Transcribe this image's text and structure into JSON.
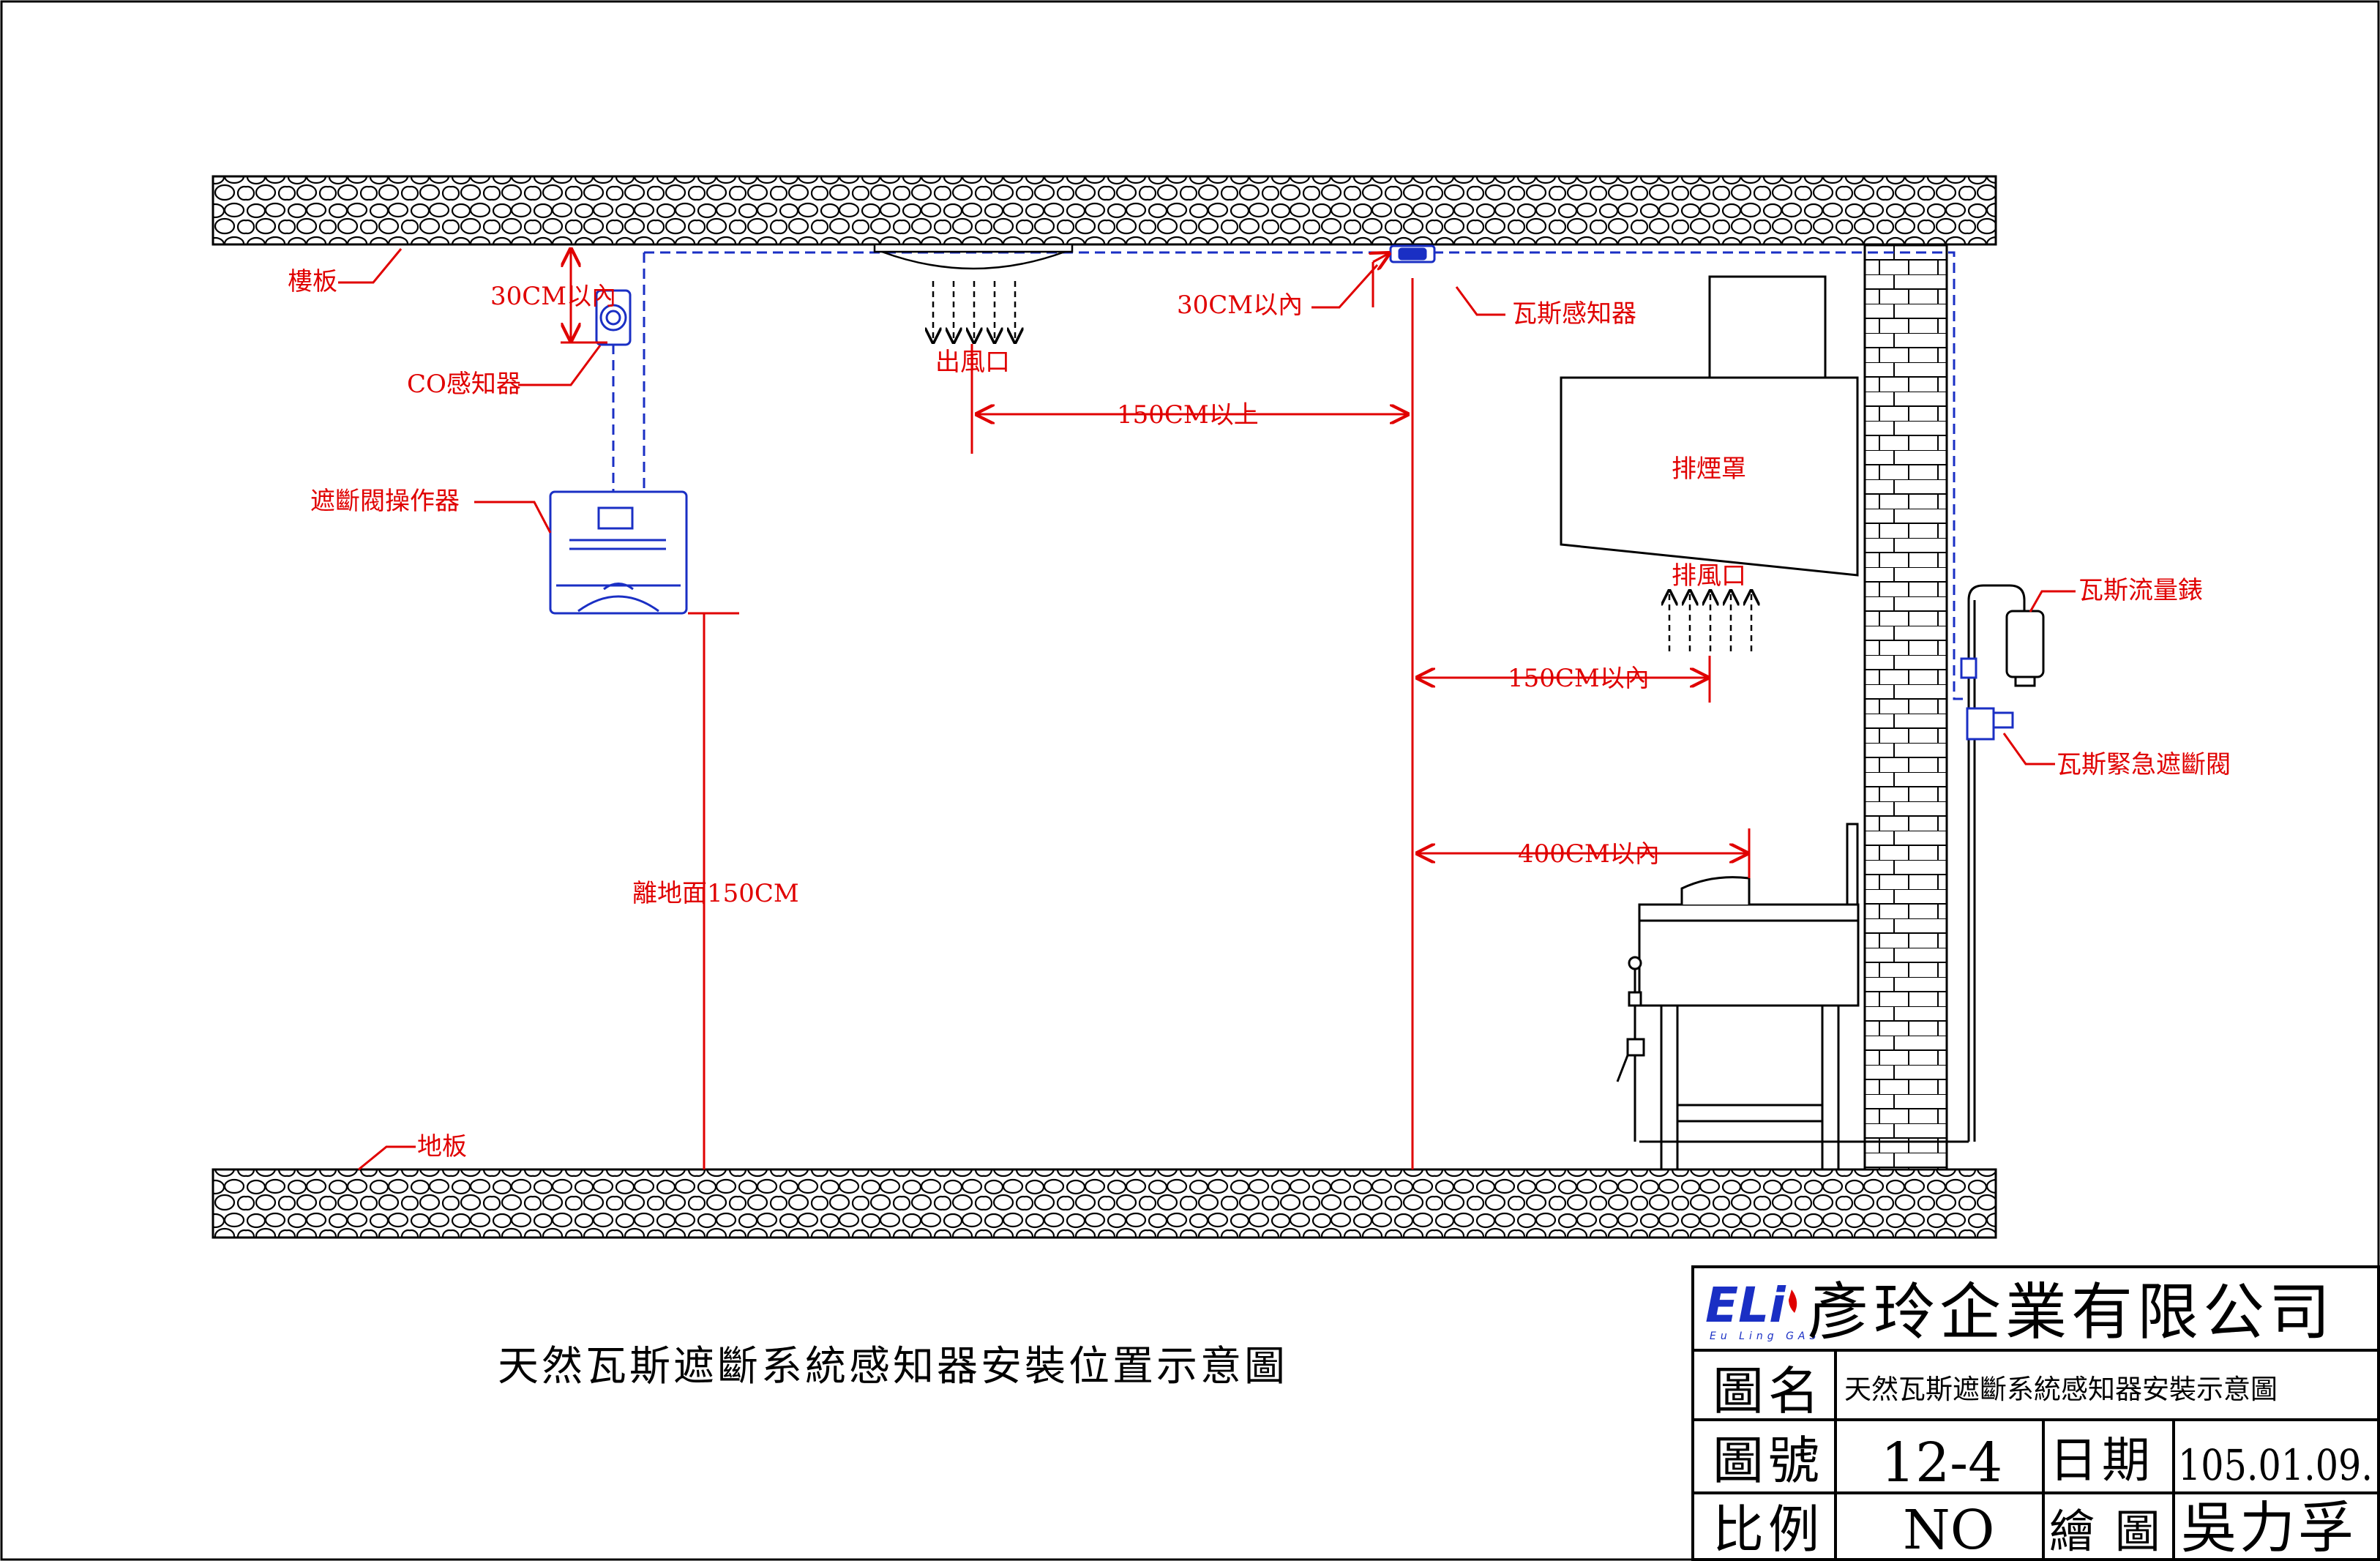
{
  "labels": {
    "floor_slab": "樓板",
    "ceiling_distance": "30CM以內",
    "co_sensor": "CO感知器",
    "air_outlet": "出風口",
    "gas_sensor_distance": "30CM以內",
    "gas_sensor": "瓦斯感知器",
    "min_distance": "150CM以上",
    "controller": "遮斷閥操作器",
    "hood": "排煙罩",
    "exhaust": "排風口",
    "distance_exhaust": "150CM以內",
    "gas_meter": "瓦斯流量錶",
    "emergency_valve": "瓦斯緊急遮斷閥",
    "distance_stove": "400CM以內",
    "height": "離地面150CM",
    "floor": "地板"
  },
  "caption": "天然瓦斯遮斷系統感知器安裝位置示意圖",
  "title_block": {
    "logo_text": "ELi",
    "logo_sub": "Eu Ling GAS",
    "company": "彥玲企業有限公司",
    "drawing_name_label": "圖名",
    "drawing_name": "天然瓦斯遮斷系統感知器安裝示意圖",
    "drawing_no_label": "圖號",
    "drawing_no": "12-4",
    "date_label": "日期",
    "date": "105.01.09.",
    "scale_label": "比例",
    "scale": "NO",
    "drawn_by_label": "繪 圖",
    "drawn_by": "吳力孚"
  },
  "colors": {
    "annotation": "#e00000",
    "device": "#1a2fc4",
    "line": "#000000"
  }
}
